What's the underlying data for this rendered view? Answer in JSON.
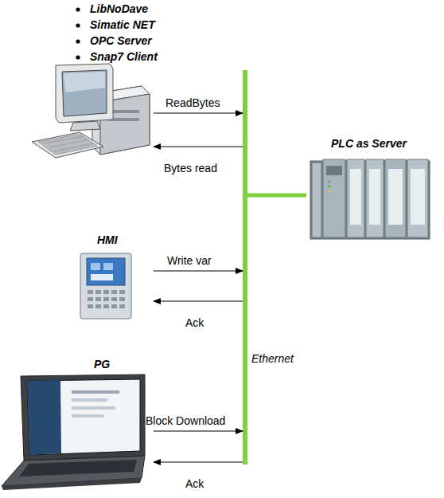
{
  "diagram": {
    "nodes": [
      {
        "text": [
          "LibNoDave",
          "Simatic NET",
          "OPC Server",
          "Snap7 Client"
        ]
      },
      {
        "text": [
          "Ethernet"
        ]
      },
      {
        "text": [
          "PLC as Server"
        ]
      },
      {
        "text": [
          "HMI"
        ]
      },
      {
        "text": [
          "PG"
        ]
      }
    ],
    "edges": [
      {
        "from": 0,
        "to": 1,
        "arrow": "to",
        "label": "ReadBytes"
      },
      {
        "from": 1,
        "to": 0,
        "arrow": "to",
        "label": "Bytes read"
      },
      {
        "from": 1,
        "to": 2,
        "arrow": "none"
      },
      {
        "from": 3,
        "to": 1,
        "arrow": "to",
        "label": "Write var"
      },
      {
        "from": 1,
        "to": 3,
        "arrow": "to",
        "label": "Ack"
      },
      {
        "from": 4,
        "to": 1,
        "arrow": "to",
        "label": "Block Download"
      },
      {
        "from": 1,
        "to": 4,
        "arrow": "to",
        "label": "Ack"
      }
    ]
  }
}
